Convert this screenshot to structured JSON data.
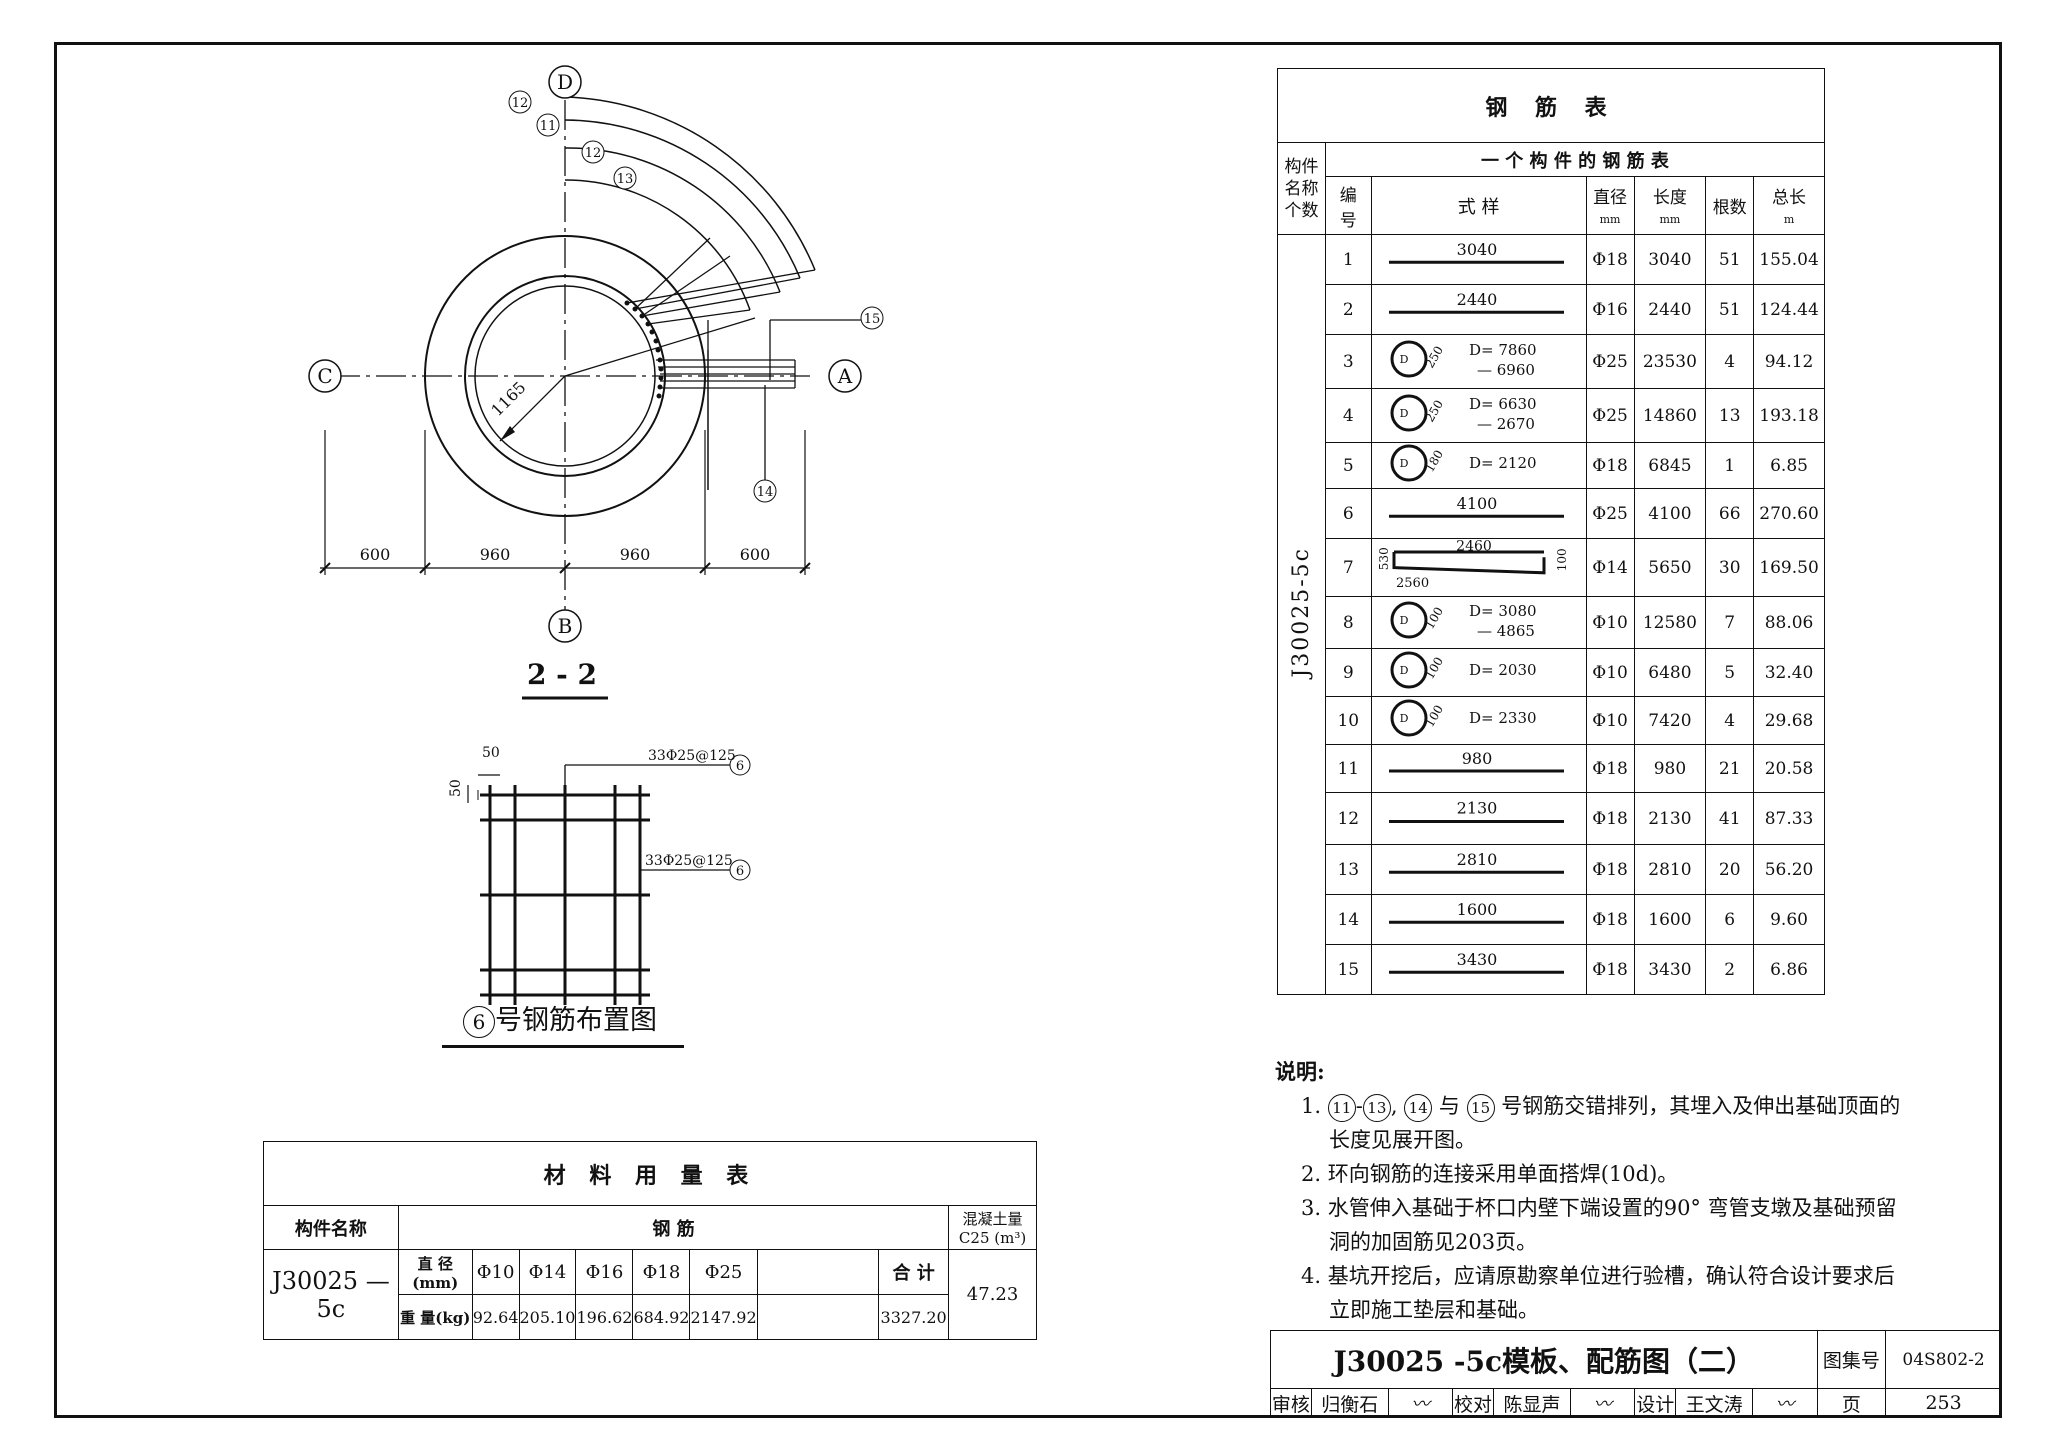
{
  "plan": {
    "axes": {
      "top": "D",
      "right": "A",
      "bottom": "B",
      "left": "C"
    },
    "callouts": [
      "12",
      "11",
      "12",
      "13",
      "15",
      "14"
    ],
    "radius_dim": "1165",
    "dims": [
      "600",
      "960",
      "960",
      "600"
    ],
    "title": "2 - 2"
  },
  "mesh": {
    "dim_h": "50",
    "dim_v": "50",
    "callout_top": "33Φ25@125",
    "callout_mid": "33Φ25@125",
    "callout_num": "6",
    "title_num": "6",
    "title_text": "号钢筋布置图"
  },
  "rebar_table": {
    "title": "钢  筋  表",
    "col_member": "构件名称个数",
    "subtitle": "一 个 构 件 的 钢 筋 表",
    "headers": {
      "no": "编号",
      "shape": "式 样",
      "dia": "直径",
      "dia_unit": "mm",
      "len": "长度",
      "len_unit": "mm",
      "count": "根数",
      "total": "总长",
      "total_unit": "m"
    },
    "member": "J30025-5c",
    "rows": [
      {
        "no": "1",
        "shape": "3040",
        "shape_type": "straight",
        "dia": "Φ18",
        "len": "3040",
        "count": "51",
        "total": "155.04"
      },
      {
        "no": "2",
        "shape": "2440",
        "shape_type": "straight",
        "dia": "Φ16",
        "len": "2440",
        "count": "51",
        "total": "124.44"
      },
      {
        "no": "3",
        "shape": "D= 7860",
        "shape2": "— 6960",
        "lap": "250",
        "shape_type": "ring",
        "dia": "Φ25",
        "len": "23530",
        "count": "4",
        "total": "94.12"
      },
      {
        "no": "4",
        "shape": "D= 6630",
        "shape2": "— 2670",
        "lap": "250",
        "shape_type": "ring",
        "dia": "Φ25",
        "len": "14860",
        "count": "13",
        "total": "193.18"
      },
      {
        "no": "5",
        "shape": "D= 2120",
        "shape2": "",
        "lap": "180",
        "shape_type": "ring",
        "dia": "Φ18",
        "len": "6845",
        "count": "1",
        "total": "6.85"
      },
      {
        "no": "6",
        "shape": "4100",
        "shape_type": "straight",
        "dia": "Φ25",
        "len": "4100",
        "count": "66",
        "total": "270.60"
      },
      {
        "no": "7",
        "shape": "2460",
        "shape_b": "2560",
        "shape_l": "530",
        "shape_r": "100",
        "shape_type": "bent",
        "dia": "Φ14",
        "len": "5650",
        "count": "30",
        "total": "169.50"
      },
      {
        "no": "8",
        "shape": "D= 3080",
        "shape2": "— 4865",
        "lap": "100",
        "shape_type": "ring",
        "dia": "Φ10",
        "len": "12580",
        "count": "7",
        "total": "88.06"
      },
      {
        "no": "9",
        "shape": "D= 2030",
        "shape2": "",
        "lap": "100",
        "shape_type": "ring",
        "dia": "Φ10",
        "len": "6480",
        "count": "5",
        "total": "32.40"
      },
      {
        "no": "10",
        "shape": "D= 2330",
        "shape2": "",
        "lap": "100",
        "shape_type": "ring",
        "dia": "Φ10",
        "len": "7420",
        "count": "4",
        "total": "29.68"
      },
      {
        "no": "11",
        "shape": "980",
        "shape_type": "straight",
        "dia": "Φ18",
        "len": "980",
        "count": "21",
        "total": "20.58"
      },
      {
        "no": "12",
        "shape": "2130",
        "shape_type": "straight",
        "dia": "Φ18",
        "len": "2130",
        "count": "41",
        "total": "87.33"
      },
      {
        "no": "13",
        "shape": "2810",
        "shape_type": "straight",
        "dia": "Φ18",
        "len": "2810",
        "count": "20",
        "total": "56.20"
      },
      {
        "no": "14",
        "shape": "1600",
        "shape_type": "straight",
        "dia": "Φ18",
        "len": "1600",
        "count": "6",
        "total": "9.60"
      },
      {
        "no": "15",
        "shape": "3430",
        "shape_type": "straight",
        "dia": "Φ18",
        "len": "3430",
        "count": "2",
        "total": "6.86"
      }
    ]
  },
  "material_table": {
    "title": "材  料  用  量  表",
    "col_name": "构件名称",
    "col_steel": "钢        筋",
    "col_concrete": "混凝土量",
    "col_concrete2": "C25 (m³)",
    "member": "J30025 — 5c",
    "dia_label": "直 径(mm)",
    "weight_label": "重 量(kg)",
    "diameters": [
      "Φ10",
      "Φ14",
      "Φ16",
      "Φ18",
      "Φ25"
    ],
    "weights": [
      "92.64",
      "205.10",
      "196.62",
      "684.92",
      "2147.92"
    ],
    "sum_label": "合 计",
    "sum_value": "3327.20",
    "concrete": "47.23"
  },
  "notes": {
    "heading": "说明:",
    "n1_a": "1.",
    "n1_b": "-",
    "n1_c": ",",
    "n1_d": "与",
    "n1_e": "号钢筋交错排列，其埋入及伸出基础顶面的长度见展开图。",
    "c11": "11",
    "c13": "13",
    "c14": "14",
    "c15": "15",
    "n2": "2. 环向钢筋的连接采用单面搭焊(10d)。",
    "n3": "3. 水管伸入基础于杯口内壁下端设置的90° 弯管支墩及基础预留洞的加固筋见203页。",
    "n4": "4. 基坑开挖后，应请原勘察单位进行验槽，确认符合设计要求后立即施工垫层和基础。"
  },
  "title_block": {
    "title": "J30025 -5c模板、配筋图（二）",
    "atlas_label": "图集号",
    "atlas_no": "04S802-2",
    "review": "审核",
    "reviewer": "归衡石",
    "check": "校对",
    "checker": "陈显声",
    "design": "设计",
    "designer": "王文涛",
    "page_label": "页",
    "page_no": "253"
  }
}
